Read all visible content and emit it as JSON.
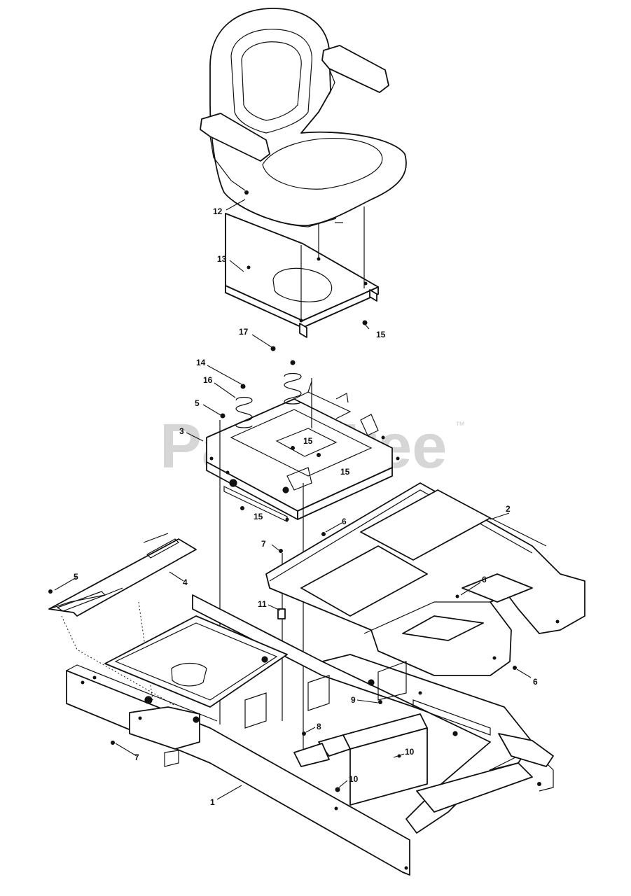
{
  "watermark": {
    "text": "PartsTree",
    "trademark": "™"
  },
  "callouts": {
    "c1": "1",
    "c2": "2",
    "c3": "3",
    "c4": "4",
    "c5a": "5",
    "c5b": "5",
    "c6a": "6",
    "c6b": "6",
    "c6c": "6",
    "c7a": "7",
    "c7b": "7",
    "c8": "8",
    "c9": "9",
    "c10a": "10",
    "c10b": "10",
    "c11": "11",
    "c12": "12",
    "c13": "13",
    "c14": "14",
    "c15a": "15",
    "c15b": "15",
    "c15c": "15",
    "c15d": "15",
    "c16": "16",
    "c17": "17"
  }
}
